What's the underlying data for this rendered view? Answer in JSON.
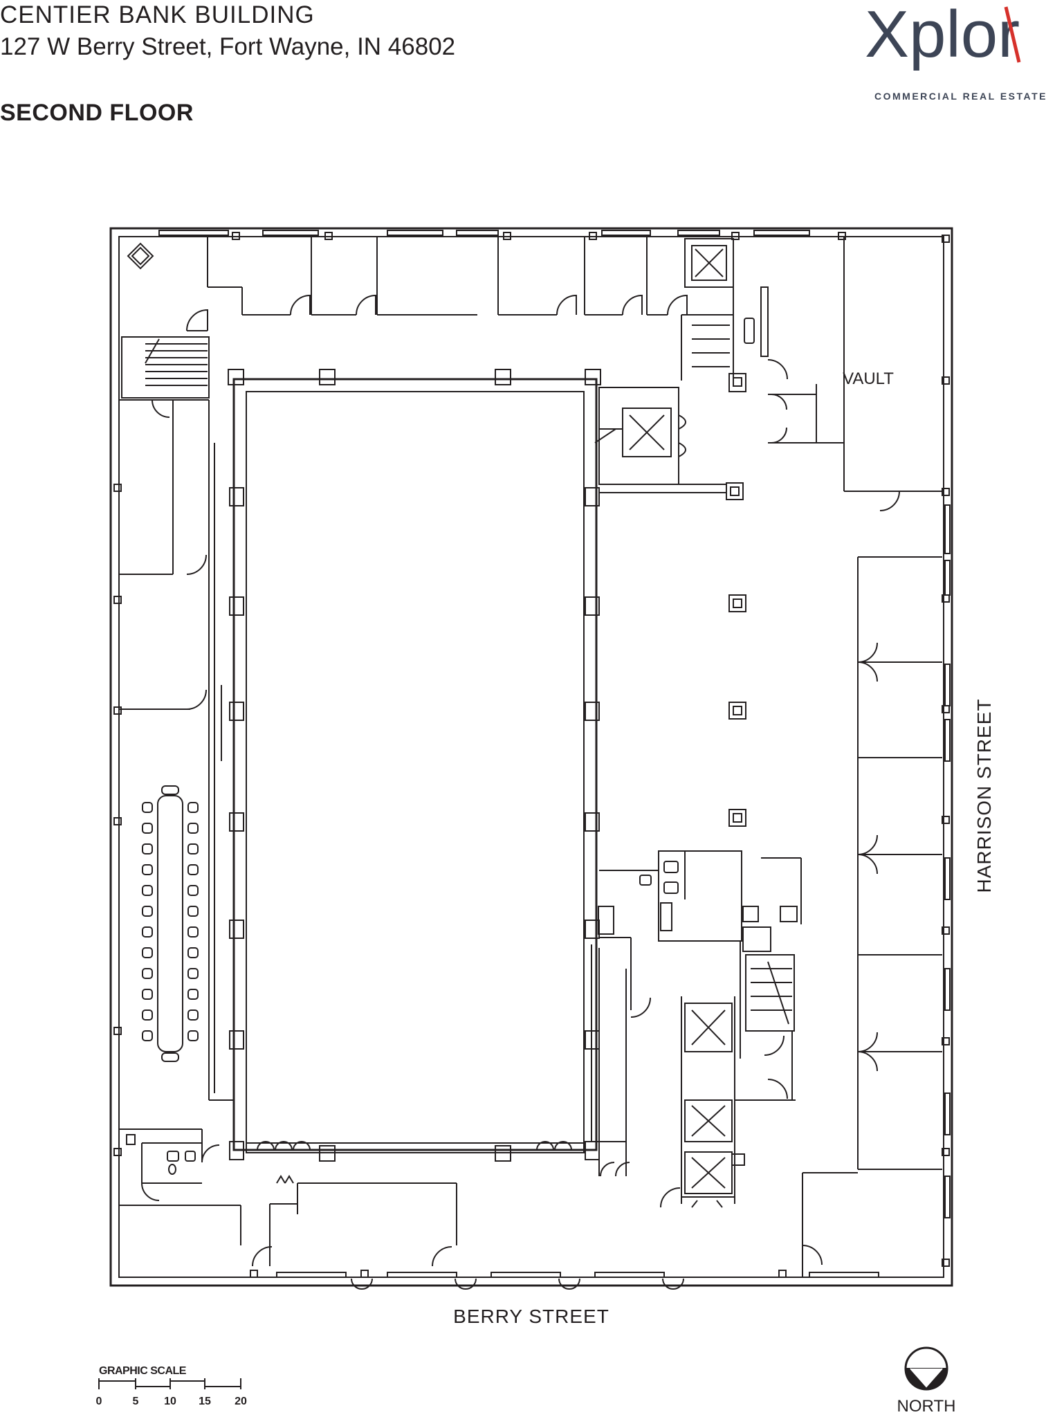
{
  "header": {
    "building_name": "CENTIER BANK BUILDING",
    "address": "127 W Berry Street, Fort Wayne, IN  46802",
    "floor": "SECOND FLOOR"
  },
  "logo": {
    "brand": "Xplor",
    "tagline": "COMMERCIAL REAL ESTATE",
    "brand_color": "#3d4556",
    "accent_color": "#d6312b"
  },
  "plan": {
    "room_labels": {
      "vault": "VAULT"
    },
    "street_labels": {
      "south": "BERRY STREET",
      "east": "HARRISON STREET"
    }
  },
  "scale": {
    "title": "GRAPHIC SCALE",
    "ticks": [
      "0",
      "5",
      "10",
      "15",
      "20"
    ]
  },
  "north": {
    "label": "NORTH"
  }
}
